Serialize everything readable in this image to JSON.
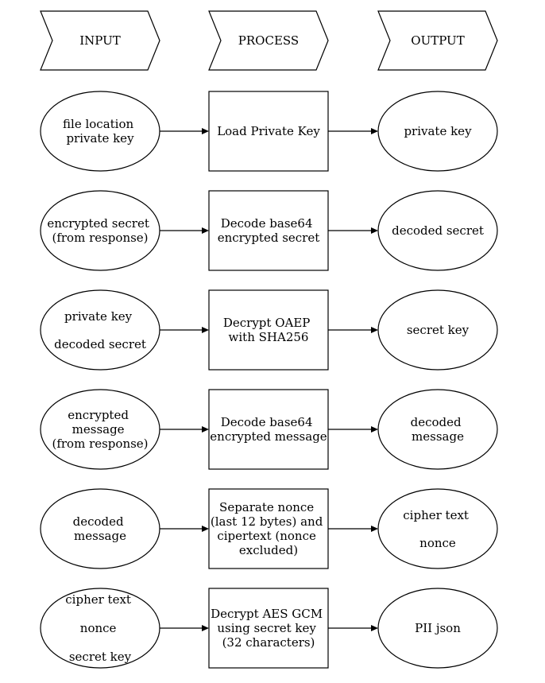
{
  "headers": [
    "INPUT",
    "PROCESS",
    "OUTPUT"
  ],
  "rows": [
    {
      "input": [
        "file location",
        "private key"
      ],
      "process": [
        "Load Private Key"
      ],
      "output": [
        "private key"
      ]
    },
    {
      "input": [
        "encrypted secret",
        "(from response)"
      ],
      "process": [
        "Decode base64",
        "encrypted secret"
      ],
      "output": [
        "decoded secret"
      ]
    },
    {
      "input": [
        "private key",
        "",
        "decoded secret"
      ],
      "process": [
        "Decrypt OAEP",
        "with SHA256"
      ],
      "output": [
        "secret key"
      ]
    },
    {
      "input": [
        "encrypted",
        "message",
        "(from response)"
      ],
      "process": [
        "Decode base64",
        "encrypted message"
      ],
      "output": [
        "decoded",
        "message"
      ]
    },
    {
      "input": [
        "decoded",
        "message"
      ],
      "process": [
        "Separate nonce",
        "(last 12 bytes) and",
        "cipertext (nonce",
        "excluded)"
      ],
      "output": [
        "cipher text",
        "",
        "nonce"
      ]
    },
    {
      "input": [
        "cipher text",
        "",
        "nonce",
        "",
        "secret key"
      ],
      "process": [
        "Decrypt AES GCM",
        "using secret key",
        "(32 characters)"
      ],
      "output": [
        "PII json"
      ]
    }
  ]
}
